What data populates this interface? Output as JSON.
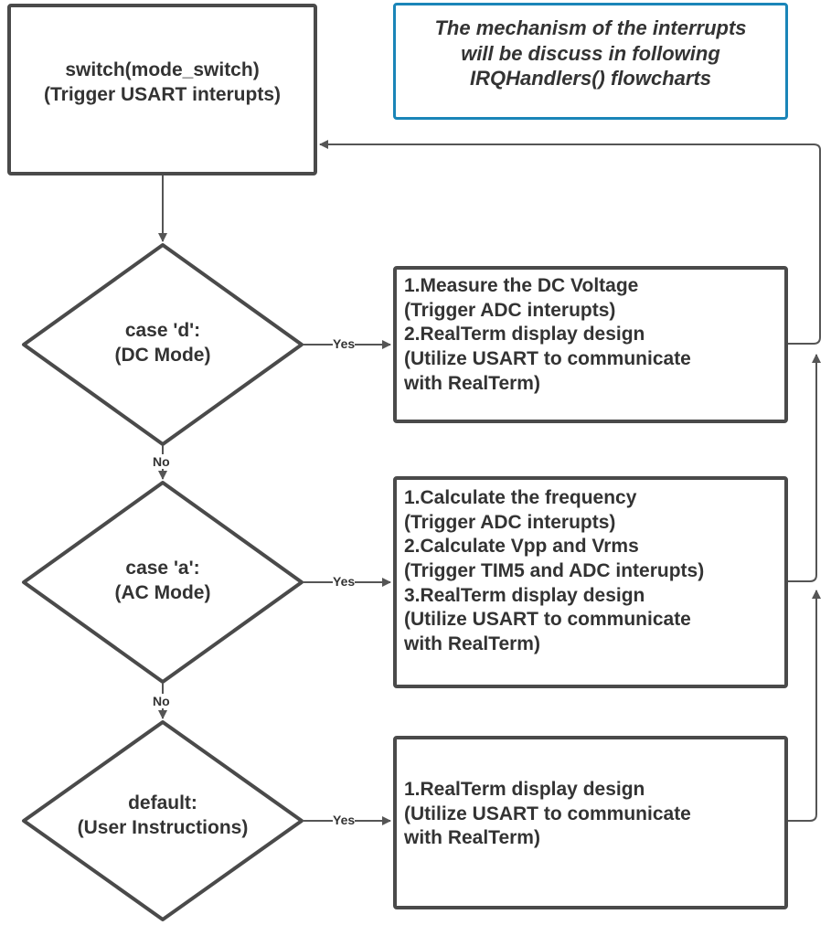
{
  "nodes": {
    "switch": {
      "lines": [
        "switch(mode_switch)",
        "(Trigger USART interupts)"
      ]
    },
    "note": {
      "lines": [
        "The mechanism of the interrupts",
        "will be discuss in following",
        "IRQHandlers() flowcharts"
      ]
    },
    "case_d": {
      "lines": [
        "case 'd':",
        "(DC Mode)"
      ]
    },
    "case_a": {
      "lines": [
        "case 'a':",
        "(AC Mode)"
      ]
    },
    "default": {
      "lines": [
        "default:",
        "(User Instructions)"
      ]
    },
    "dc_box": {
      "lines": [
        "1.Measure the DC Voltage",
        "(Trigger ADC interupts)",
        "2.RealTerm display design",
        "(Utilize USART to communicate",
        "with RealTerm)"
      ]
    },
    "ac_box": {
      "lines": [
        "1.Calculate the frequency",
        "(Trigger ADC interupts)",
        "2.Calculate Vpp and Vrms",
        "(Trigger TIM5 and ADC interupts)",
        "3.RealTerm display design",
        "(Utilize USART to communicate",
        "with RealTerm)"
      ]
    },
    "default_box": {
      "lines": [
        "1.RealTerm display design",
        "(Utilize USART to communicate",
        "with RealTerm)"
      ]
    }
  },
  "edge_labels": {
    "yes_d": "Yes",
    "yes_a": "Yes",
    "yes_default": "Yes",
    "no_d": "No",
    "no_a": "No"
  },
  "colors": {
    "stroke": "#4a4a4a",
    "note_border": "#1a85b8",
    "text": "#333333"
  }
}
